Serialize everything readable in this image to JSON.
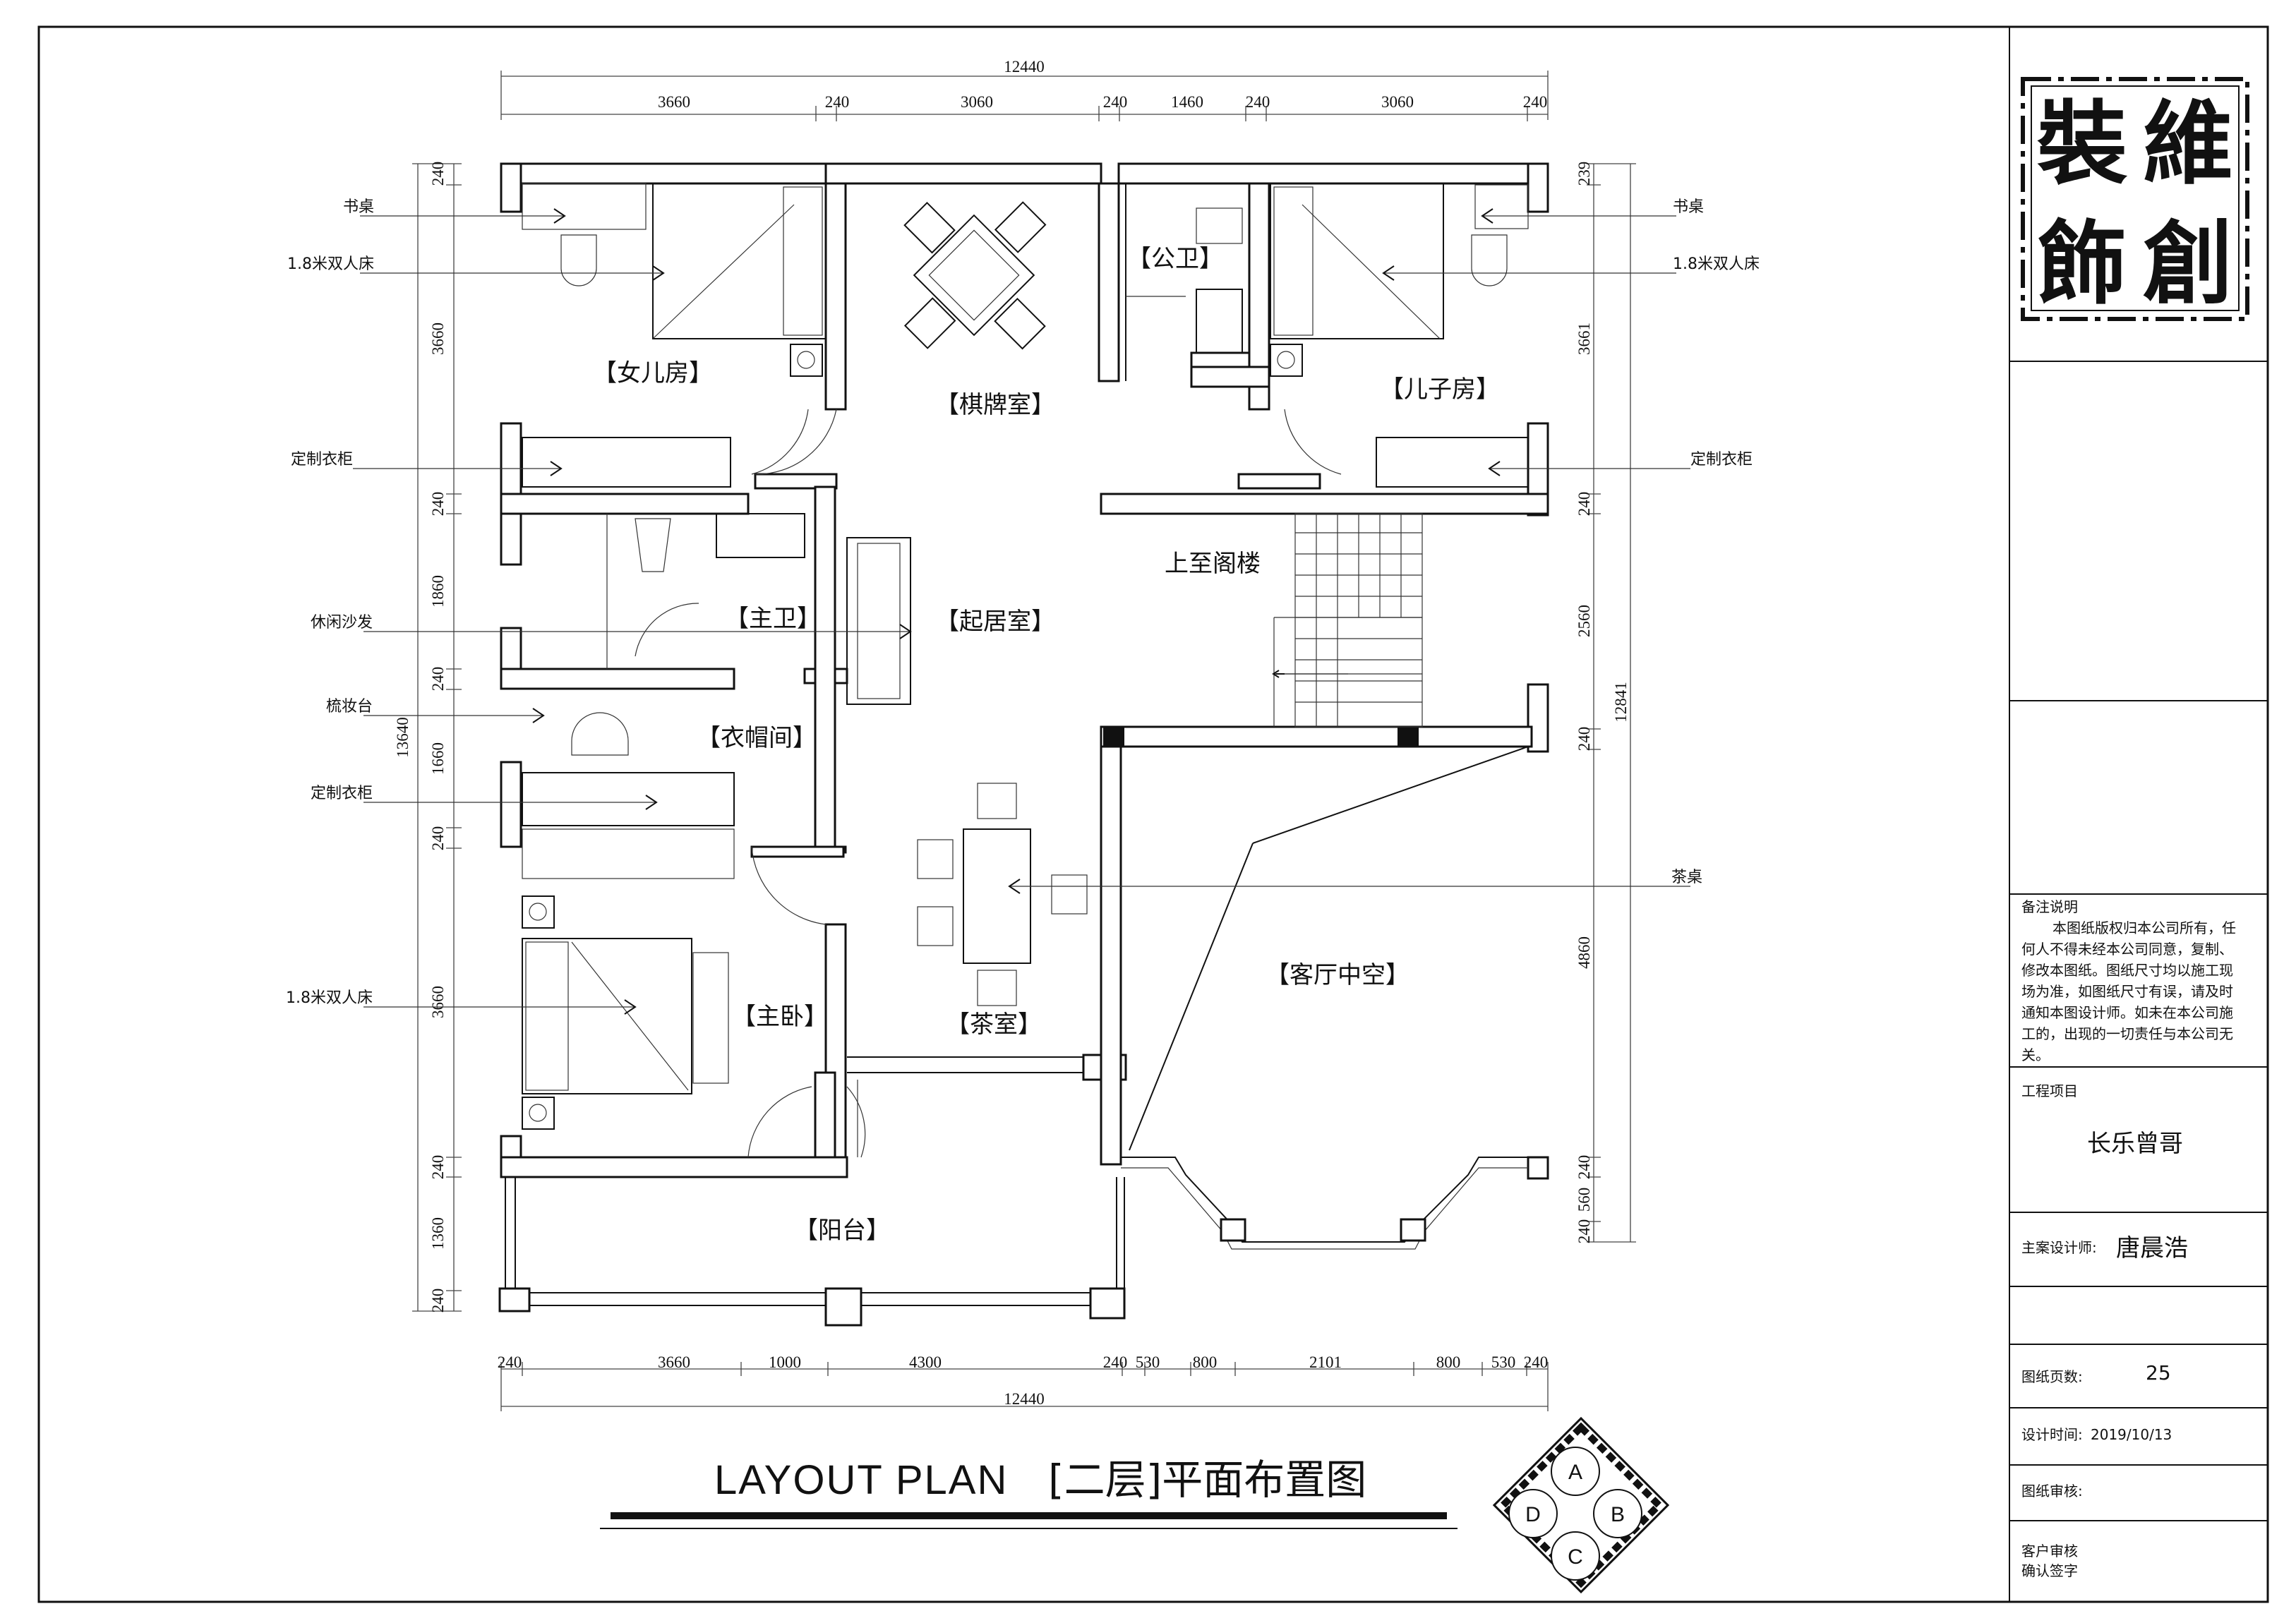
{
  "drawing": {
    "title_en": "LAYOUT PLAN",
    "title_cn": "[二层]平面布置图"
  },
  "rooms": {
    "daughter": "【女儿房】",
    "chess": "【棋牌室】",
    "public_bath": "【公卫】",
    "son": "【儿子房】",
    "master_bath": "【主卫】",
    "living": "【起居室】",
    "cloakroom": "【衣帽间】",
    "master_bed": "【主卧】",
    "tea": "【茶室】",
    "void": "【客厅中空】",
    "balcony": "【阳台】",
    "stairs_up": "上至阁楼"
  },
  "callouts": {
    "left": [
      "书桌",
      "1.8米双人床",
      "定制衣柜",
      "休闲沙发",
      "梳妆台",
      "定制衣柜",
      "1.8米双人床"
    ],
    "right": [
      "书桌",
      "1.8米双人床",
      "定制衣柜",
      "茶桌"
    ]
  },
  "dimensions": {
    "top_total": "12440",
    "top": [
      "3660",
      "240",
      "3060",
      "240",
      "1460",
      "240",
      "3060",
      "240"
    ],
    "bottom": [
      "240",
      "3660",
      "1000",
      "4300",
      "240",
      "530",
      "800",
      "2101",
      "800",
      "530",
      "240"
    ],
    "bottom_total": "12440",
    "left": [
      "240",
      "3660",
      "240",
      "1860",
      "240",
      "1660",
      "240",
      "3660",
      "240",
      "1360",
      "240"
    ],
    "left_total": "13640",
    "right": [
      "239",
      "3661",
      "240",
      "2560",
      "240",
      "4860",
      "240",
      "560",
      "240"
    ],
    "right_total": "12841"
  },
  "title_block": {
    "seal_chars": [
      "維",
      "裝",
      "創",
      "飾"
    ],
    "notes_heading": "备注说明",
    "notes_lines": [
      "本图纸版权归本公司所有，任",
      "何人不得未经本公司同意，复制、",
      "修改本图纸。图纸尺寸均以施工现",
      "场为准，如图纸尺寸有误，请及时",
      "通知本图设计师。如未在本公司施",
      "工的，出现的一切责任与本公司无",
      "关。"
    ],
    "project_label": "工程项目",
    "project_name": "长乐曾哥",
    "designer_label": "主案设计师:",
    "designer_name": "唐晨浩",
    "pages_label": "图纸页数:",
    "pages_value": "25",
    "date_label": "设计时间:",
    "date_value": "2019/10/13",
    "review_label": "图纸审核:",
    "client_label_1": "客户审核",
    "client_label_2": "确认签字"
  },
  "index_symbol": [
    "A",
    "B",
    "C",
    "D"
  ]
}
